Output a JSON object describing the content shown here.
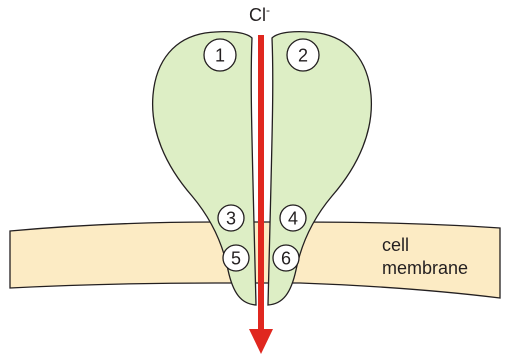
{
  "ion": {
    "symbol": "Cl",
    "charge": "-"
  },
  "membrane": {
    "label_line1": "cell",
    "label_line2": "membrane"
  },
  "binding_sites": [
    {
      "label": "1"
    },
    {
      "label": "2"
    },
    {
      "label": "3"
    },
    {
      "label": "4"
    },
    {
      "label": "5"
    },
    {
      "label": "6"
    }
  ],
  "colors": {
    "membrane_fill": "#fcebc4",
    "protein_fill": "#ddeec5",
    "outline": "#231f20",
    "arrow": "#e0271f",
    "site_fill": "#ffffff"
  }
}
